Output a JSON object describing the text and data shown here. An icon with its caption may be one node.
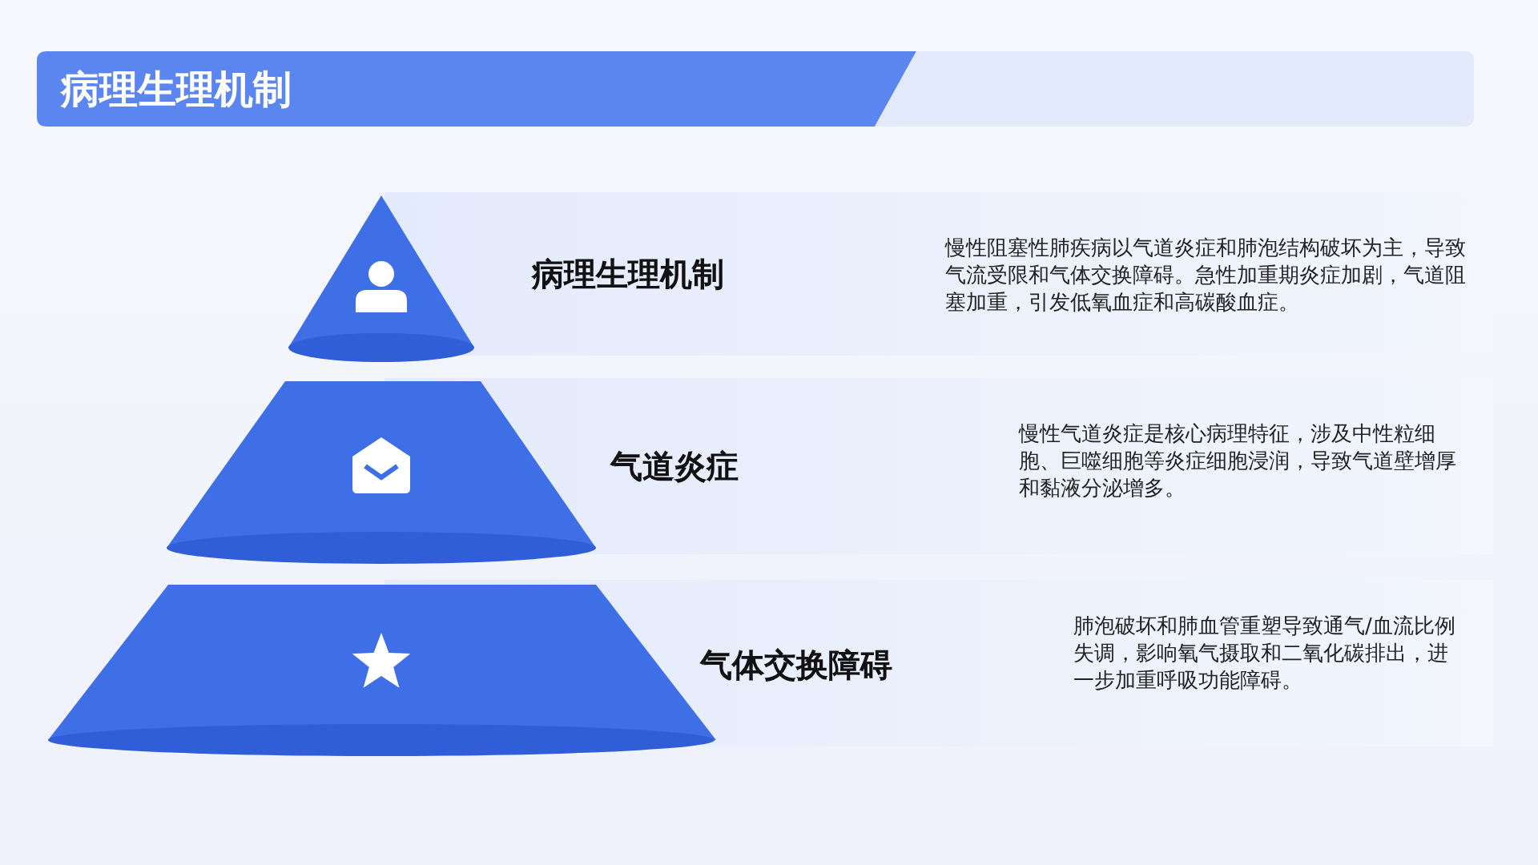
{
  "diagram": {
    "title": "病理生理机制",
    "nodes": [
      {
        "text": [
          "病理生理机制",
          "慢性阻塞性肺疾病以气道炎症和肺泡结构破坏为主，导致气流受限和气体交换障碍。急性加重期炎症加剧，气道阻塞加重，引发低氧血症和高碳酸血症。"
        ]
      },
      {
        "text": [
          "气道炎症",
          "慢性气道炎症是核心病理特征，涉及中性粒细胞、巨噬细胞等炎症细胞浸润，导致气道壁增厚和黏液分泌增多。"
        ]
      },
      {
        "text": [
          "气体交换障碍",
          "肺泡破坏和肺血管重塑导致通气/血流比例失调，影响氧气摄取和二氧化碳排出，进一步加重呼吸功能障碍。"
        ]
      }
    ],
    "edges": []
  }
}
